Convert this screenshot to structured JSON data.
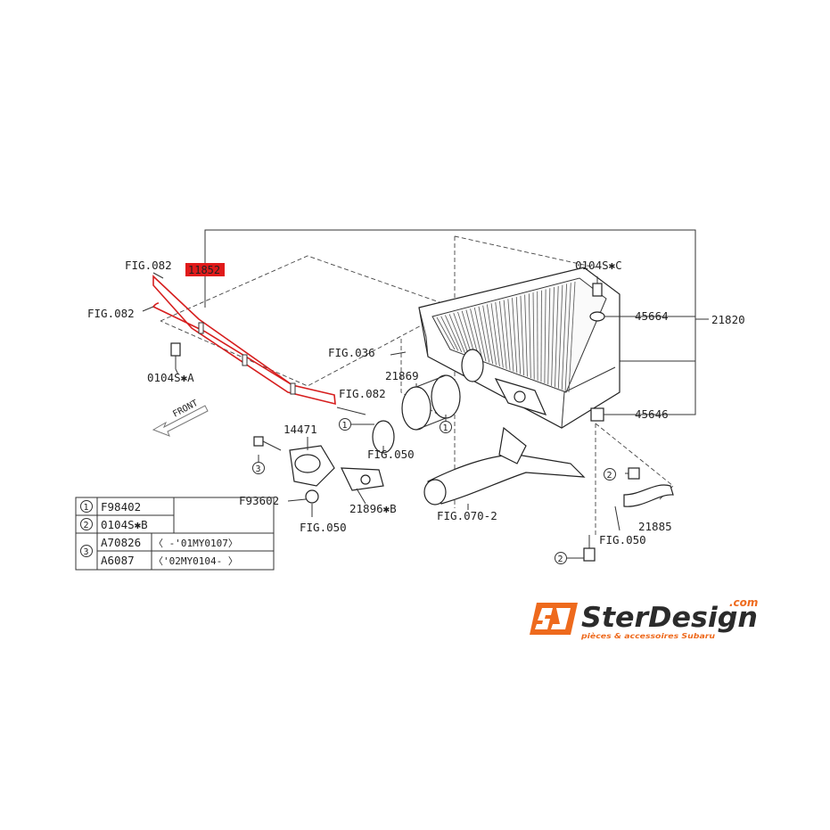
{
  "diagram": {
    "highlighted_part": "11852",
    "parts": {
      "p11852": "11852",
      "p21820": "21820",
      "p45664": "45664",
      "p45646": "45646",
      "p0104SC": "0104S✱C",
      "p0104SA": "0104S✱A",
      "p21869": "21869",
      "p14471": "14471",
      "pF93602": "F93602",
      "p21896B": "21896✱B",
      "p21885": "21885"
    },
    "figure_refs": {
      "fig082_a": "FIG.082",
      "fig082_b": "FIG.082",
      "fig082_c": "FIG.082",
      "fig036": "FIG.036",
      "fig050_a": "FIG.050",
      "fig050_b": "FIG.050",
      "fig050_c": "FIG.050",
      "fig070": "FIG.070-2"
    },
    "callouts": {
      "c1a": "1",
      "c1b": "1",
      "c2a": "2",
      "c2b": "2",
      "c3": "3"
    },
    "front_label": "FRONT"
  },
  "legend": {
    "rows": [
      {
        "num": "1",
        "code": "F98402",
        "range": ""
      },
      {
        "num": "2",
        "code": "0104S✱B",
        "range": ""
      },
      {
        "num": "3",
        "code": "A70826",
        "range": "〈     -'01MY0107〉"
      },
      {
        "num": "",
        "code": "A6087",
        "range": "〈'02MY0104-    〉"
      }
    ]
  },
  "logo": {
    "brand": "SterDesign",
    "suffix": ".com",
    "tagline": "pièces & accessoires Subaru"
  },
  "colors": {
    "highlight": "#d61e1e",
    "logo_orange": "#ee6a1d",
    "logo_dark": "#2b2b2b"
  }
}
